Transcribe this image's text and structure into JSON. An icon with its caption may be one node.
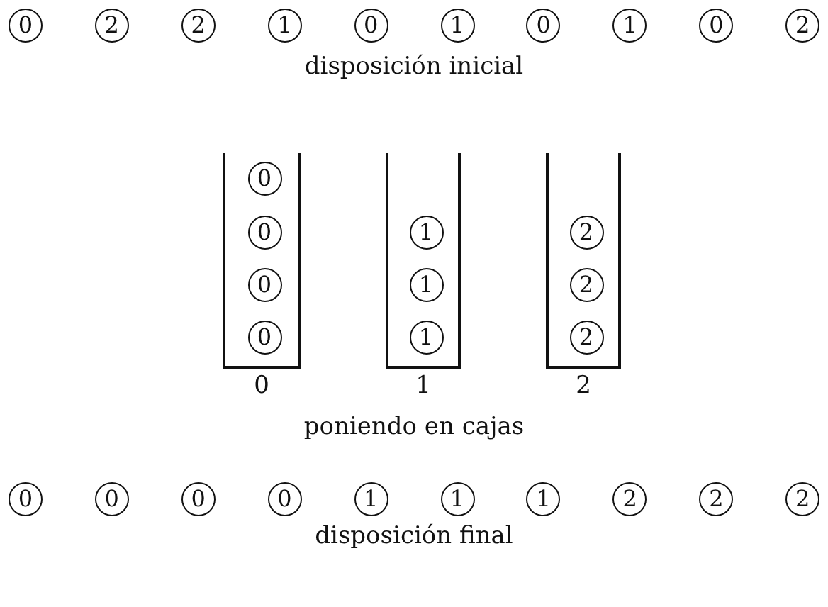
{
  "diagram": {
    "nodes": [
      {
        "text": [
          "0"
        ]
      },
      {
        "text": [
          "2"
        ]
      },
      {
        "text": [
          "2"
        ]
      },
      {
        "text": [
          "1"
        ]
      },
      {
        "text": [
          "0"
        ]
      },
      {
        "text": [
          "1"
        ]
      },
      {
        "text": [
          "0"
        ]
      },
      {
        "text": [
          "1"
        ]
      },
      {
        "text": [
          "0"
        ]
      },
      {
        "text": [
          "2"
        ]
      },
      {
        "text": [],
        "shape": "box",
        "beside": [
          "0"
        ]
      },
      {
        "text": [
          "0"
        ],
        "in": 10
      },
      {
        "text": [
          "0"
        ],
        "in": 10
      },
      {
        "text": [
          "0"
        ],
        "in": 10
      },
      {
        "text": [
          "0"
        ],
        "in": 10
      },
      {
        "text": [],
        "shape": "box",
        "beside": [
          "1"
        ]
      },
      {
        "text": [
          "1"
        ],
        "in": 15
      },
      {
        "text": [
          "1"
        ],
        "in": 15
      },
      {
        "text": [
          "1"
        ],
        "in": 15
      },
      {
        "text": [],
        "shape": "box",
        "beside": [
          "2"
        ]
      },
      {
        "text": [
          "2"
        ],
        "in": 19
      },
      {
        "text": [
          "2"
        ],
        "in": 19
      },
      {
        "text": [
          "2"
        ],
        "in": 19
      },
      {
        "text": [
          "0"
        ]
      },
      {
        "text": [
          "0"
        ]
      },
      {
        "text": [
          "0"
        ]
      },
      {
        "text": [
          "0"
        ]
      },
      {
        "text": [
          "1"
        ]
      },
      {
        "text": [
          "1"
        ]
      },
      {
        "text": [
          "1"
        ]
      },
      {
        "text": [
          "2"
        ]
      },
      {
        "text": [
          "2"
        ]
      },
      {
        "text": [
          "2"
        ]
      }
    ],
    "labels": [
      "disposición inicial",
      "poniendo en cajas",
      "disposición final"
    ]
  }
}
